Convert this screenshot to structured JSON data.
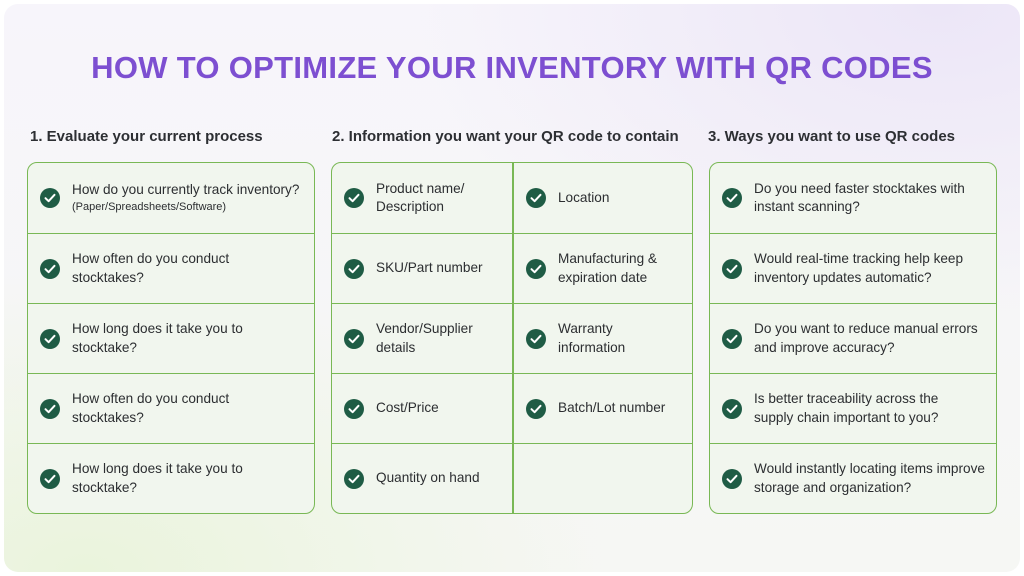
{
  "title": "HOW TO OPTIMIZE YOUR INVENTORY WITH QR CODES",
  "columns": [
    {
      "heading": "1. Evaluate your current process",
      "items": [
        {
          "text": "How do you currently track inventory?",
          "sub": "(Paper/Spreadsheets/Software)"
        },
        {
          "text": "How often do you conduct stocktakes?"
        },
        {
          "text": "How long does it take you to stocktake?"
        },
        {
          "text": "How often do you conduct stocktakes?"
        },
        {
          "text": "How long does it take you to stocktake?"
        }
      ]
    },
    {
      "heading": "2. Information you want your QR code to contain",
      "left_items": [
        {
          "text": "Product name/ Description"
        },
        {
          "text": "SKU/Part number"
        },
        {
          "text": "Vendor/Supplier details"
        },
        {
          "text": "Cost/Price"
        },
        {
          "text": "Quantity on hand"
        }
      ],
      "right_items": [
        {
          "text": "Location"
        },
        {
          "text": "Manufacturing & expiration date"
        },
        {
          "text": "Warranty information"
        },
        {
          "text": "Batch/Lot number"
        }
      ]
    },
    {
      "heading": "3. Ways you want to use QR codes",
      "items": [
        {
          "text": "Do you need faster stocktakes with instant scanning?"
        },
        {
          "text": "Would real-time tracking help keep inventory updates automatic?"
        },
        {
          "text": "Do you want to reduce manual errors and improve accuracy?"
        },
        {
          "text": "Is better traceability across the supply chain important to you?"
        },
        {
          "text": "Would instantly locating items improve storage and organization?"
        }
      ]
    }
  ],
  "colors": {
    "title": "#7d4fd1",
    "border": "#79b855",
    "check": "#1f5c45",
    "panel_bg": "#f1f6ee"
  },
  "icons": {
    "check": "check-circle-icon"
  }
}
